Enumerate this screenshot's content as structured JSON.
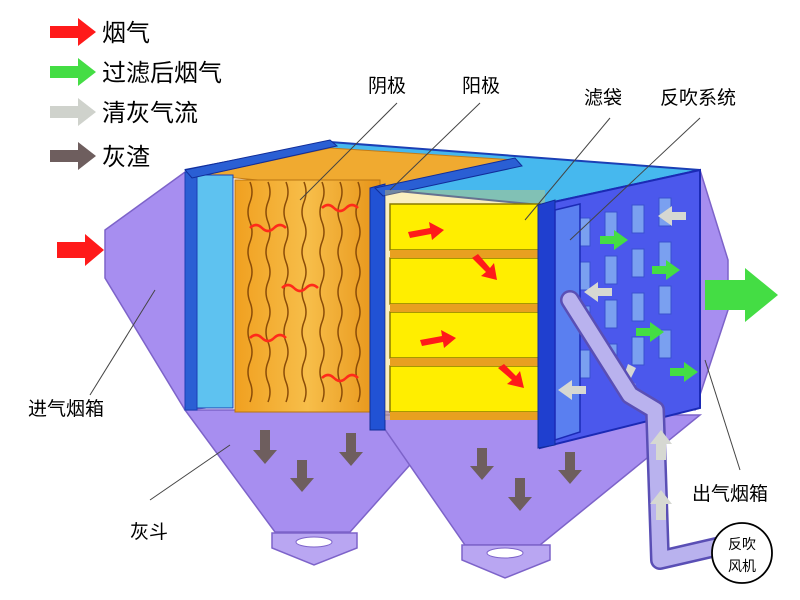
{
  "legend": [
    {
      "label": "烟气",
      "color": "#ff1a1a"
    },
    {
      "label": "过滤后烟气",
      "color": "#44dd44"
    },
    {
      "label": "清灰气流",
      "color": "#cfd2cc"
    },
    {
      "label": "灰渣",
      "color": "#6e5e5e"
    }
  ],
  "callouts": {
    "cathode": "阴极",
    "anode": "阳极",
    "filter_bag": "滤袋",
    "backblow_system": "反吹系统",
    "inlet_box": "进气烟箱",
    "ash_hopper": "灰斗",
    "outlet_box": "出气烟箱"
  },
  "fan": {
    "line1": "反吹",
    "line2": "风机"
  },
  "icons": [
    "arrow-icon",
    "fan-icon"
  ]
}
